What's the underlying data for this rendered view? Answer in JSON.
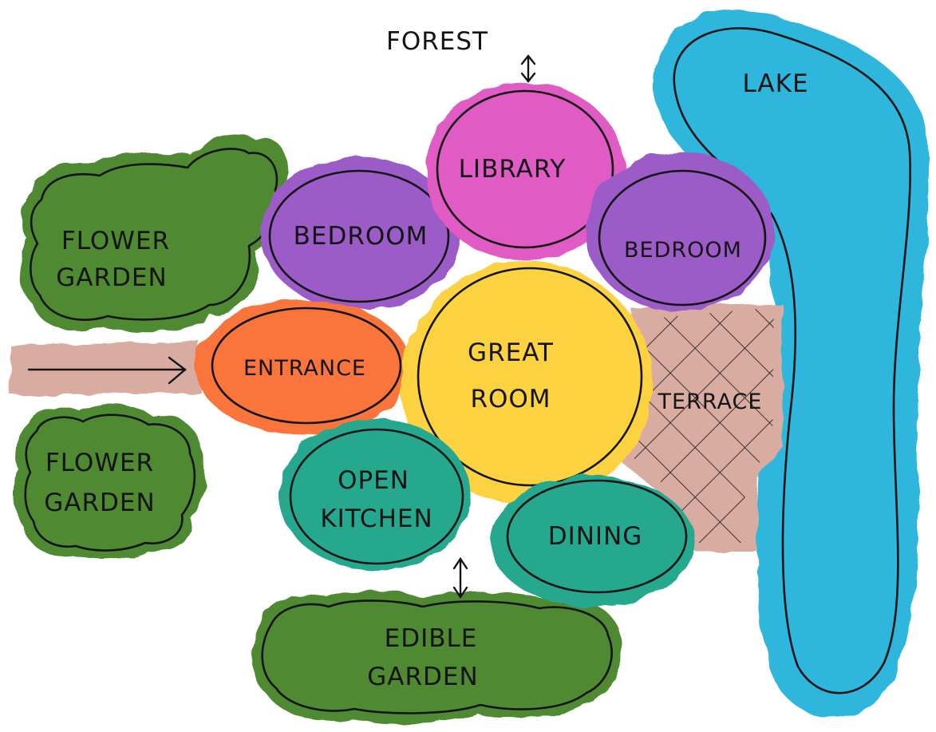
{
  "title": "FOREST",
  "zones": {
    "library": {
      "label": "LIBRARY",
      "color": "#e05cc4"
    },
    "bedroom_left": {
      "label": "BEDROOM",
      "color": "#9b5cc8"
    },
    "bedroom_right": {
      "label": "BEDROOM",
      "color": "#9b5cc8"
    },
    "great_room": {
      "label_line1": "GREAT",
      "label_line2": "ROOM",
      "color": "#fcd23f"
    },
    "entrance": {
      "label": "ENTRANCE",
      "color": "#f9743a"
    },
    "open_kitchen": {
      "label_line1": "OPEN",
      "label_line2": "KITCHEN",
      "color": "#27a88e"
    },
    "dining": {
      "label": "DINING",
      "color": "#27a88e"
    },
    "terrace": {
      "label": "TERRACE",
      "color": "#d9aca2"
    },
    "lake": {
      "label": "LAKE",
      "color": "#2fb6dd"
    },
    "flower_garden_top": {
      "label_line1": "FLOWER",
      "label_line2": "GARDEN",
      "color": "#4f8a30"
    },
    "flower_garden_bottom": {
      "label_line1": "FLOWER",
      "label_line2": "GARDEN",
      "color": "#4f8a30"
    },
    "edible_garden": {
      "label_line1": "EDIBLE",
      "label_line2": "GARDEN",
      "color": "#4f8a30"
    },
    "path": {
      "color": "#d9aca2"
    }
  },
  "connectors": [
    {
      "name": "forest-library-arrow-icon"
    },
    {
      "name": "entrance-path-arrow-icon"
    },
    {
      "name": "kitchen-edible-garden-arrow-icon"
    }
  ]
}
